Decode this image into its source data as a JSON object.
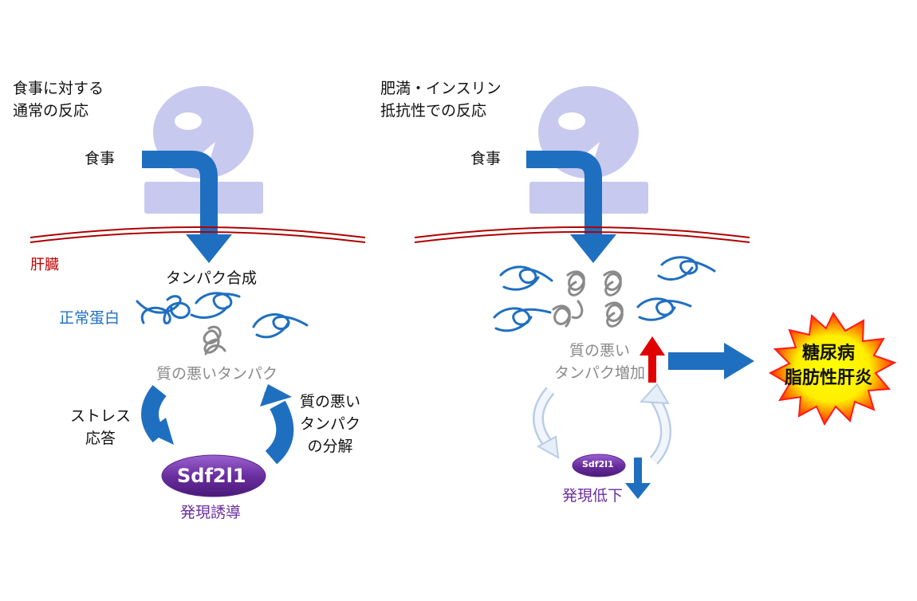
{
  "left_panel": {
    "title": "食事に対する\n通常の反応",
    "meal_label": "食事",
    "liver_label": "肝臓",
    "synthesis_label": "タンパク合成",
    "normal_protein_label": "正常蛋白",
    "bad_protein_label": "質の悪いタンパク",
    "stress_label": "ストレス\n応答",
    "degradation_label": "質の悪い\nタンパク\nの分解",
    "gene_label": "Sdf2l1",
    "induction_label": "発現誘導"
  },
  "right_panel": {
    "title": "肥満・インスリン\n抵抗性での反応",
    "meal_label": "食事",
    "bad_protein_increase_label": "質の悪い\nタンパク増加",
    "gene_label": "Sdf2l1",
    "decrease_label": "発現低下",
    "disease_label": "糖尿病\n脂肪性肝炎"
  },
  "colors": {
    "person": "#c8c9ef",
    "arrow_blue": "#1f6fc0",
    "membrane": "#b00000",
    "gene_purple": "#6b2fa0",
    "up_arrow_red": "#e00000",
    "burst_red": "#ff1a1a",
    "burst_yellow": "#ffff00"
  }
}
